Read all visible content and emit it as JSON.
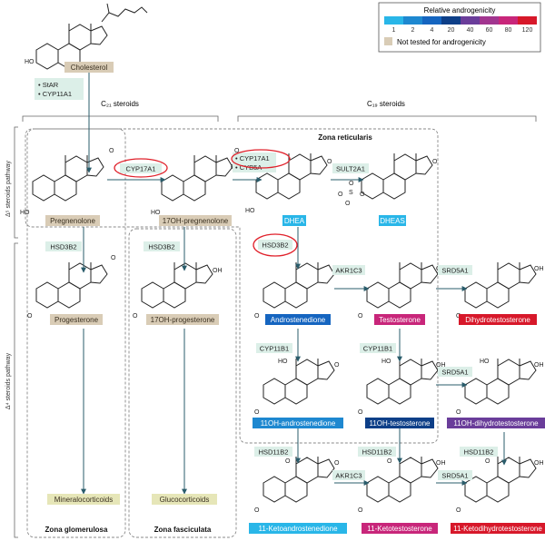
{
  "legend": {
    "title": "Relative androgenicity",
    "ticks": [
      "1",
      "2",
      "4",
      "20",
      "40",
      "60",
      "80",
      "120"
    ],
    "colors": [
      "#29b6e8",
      "#1e88d0",
      "#1565c0",
      "#0d3f88",
      "#6a3d9a",
      "#a1358f",
      "#c8267a",
      "#d7182a"
    ],
    "not_tested_label": "Not tested for androgenicity",
    "not_tested_color": "#d9ccb6"
  },
  "sections": {
    "c21": "C₂₁ steroids",
    "c19": "C₁₉ steroids",
    "delta5": "Δ⁵ steroids pathway",
    "delta4": "Δ⁴ steroids pathway"
  },
  "zones": {
    "reticularis": "Zona reticularis",
    "glomerulosa": "Zona glomerulosa",
    "fasciculata": "Zona fasciculata"
  },
  "enzymes": {
    "star": "StAR",
    "cyp11a1": "CYP11A1",
    "cyp17a1_a": "CYP17A1",
    "cyp17a1_b": "CYP17A1",
    "cyb5a": "CYB5A",
    "sult2a1": "SULT2A1",
    "hsd3b2_a": "HSD3B2",
    "hsd3b2_b": "HSD3B2",
    "hsd3b2_c": "HSD3B2",
    "akr1c3_a": "AKR1C3",
    "akr1c3_b": "AKR1C3",
    "srd5a1_a": "SRD5A1",
    "srd5a1_b": "SRD5A1",
    "srd5a1_c": "SRD5A1",
    "cyp11b1_a": "CYP11B1",
    "cyp11b1_b": "CYP11B1",
    "hsd11b2_a": "HSD11B2",
    "hsd11b2_b": "HSD11B2",
    "hsd11b2_c": "HSD11B2"
  },
  "compounds": {
    "cholesterol": "Cholesterol",
    "pregnenolone": "Pregnenolone",
    "oh17_preg": "17OH-pregnenolone",
    "dhea": "DHEA",
    "dheas": "DHEAS",
    "progesterone": "Progesterone",
    "oh17_prog": "17OH-progesterone",
    "androstenedione": "Androstenedione",
    "testosterone": "Testosterone",
    "dht": "Dihydrotestosterone",
    "oh11_andro": "11OH-androstenedione",
    "oh11_testo": "11OH-testosterone",
    "oh11_dht": "11OH-dihydrotestosterone",
    "keto_andro": "11-Ketoandrostenedione",
    "keto_testo": "11-Ketotestosterone",
    "keto_dht": "11-Ketodihydrotestosterone",
    "mineralo": "Mineralocorticoids",
    "gluco": "Glucocorticoids"
  },
  "atoms": {
    "ho": "HO",
    "oh": "OH",
    "o": "O",
    "s": "S"
  },
  "colors": {
    "enzyme_bg": "#dcefe8",
    "enzyme_fg": "#1a1a1a",
    "highlight": "#e0212b",
    "arrow": "#2a5c6b"
  }
}
